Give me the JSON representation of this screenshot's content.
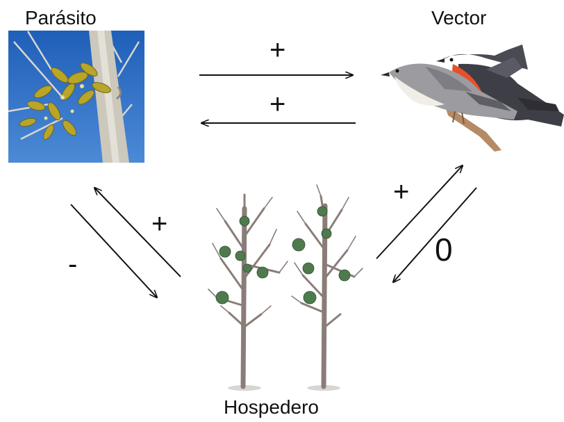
{
  "nodes": {
    "parasite": {
      "label": "Parásito",
      "picture": "mistletoe-on-branch"
    },
    "vector": {
      "label": "Vector",
      "picture": "perched-birds"
    },
    "host": {
      "label": "Hospedero",
      "picture": "infected-trees"
    }
  },
  "edges": {
    "parasite_to_vector": "+",
    "vector_to_parasite": "+",
    "host_to_parasite": "+",
    "parasite_to_host": "-",
    "host_to_vector": "+",
    "vector_to_host": "0"
  },
  "colors": {
    "sky": "#2f6fc4",
    "mistletoe": "#b8a52a",
    "bark": "#ccc8bc",
    "bird_breast": "#e8502a",
    "bird_back": "#4a4a52",
    "tree_trunk": "#8a7d78",
    "tree_foliage": "#4f7a4d",
    "ink": "#111111"
  }
}
